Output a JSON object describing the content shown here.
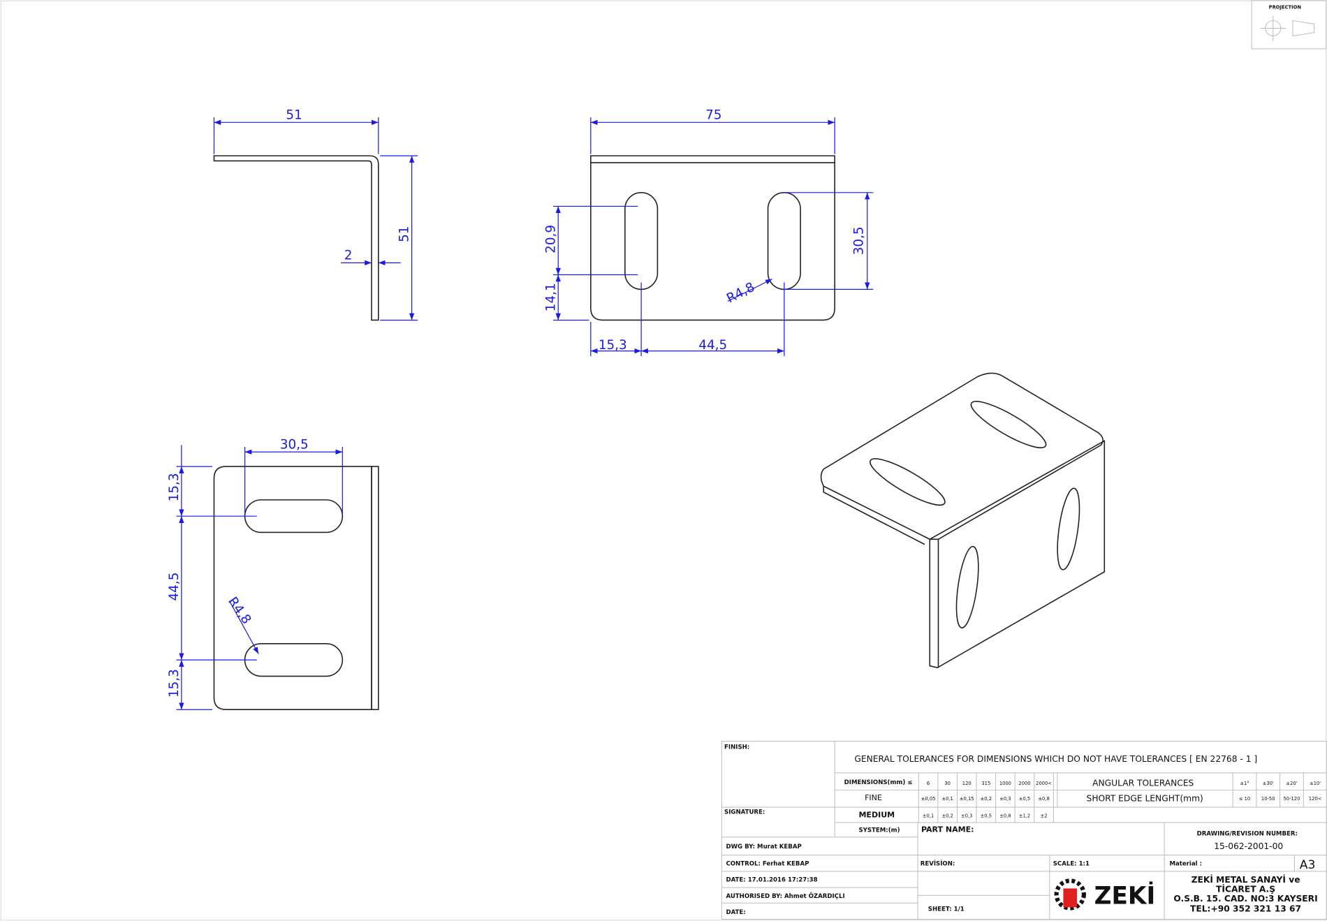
{
  "projection_label": "PROJECTION",
  "side_view": {
    "width": "51",
    "height": "51",
    "thickness": "2"
  },
  "front_view": {
    "width": "75",
    "slot_length": "20,9",
    "bottom_offset": "14,1",
    "slot_span": "30,5",
    "left_offset": "15,3",
    "slot_pitch": "44,5",
    "radius": "R4,8"
  },
  "top_view": {
    "slot_span": "30,5",
    "top_offset": "15,3",
    "slot_pitch": "44,5",
    "bottom_offset": "15,3",
    "radius": "R4,8"
  },
  "title_block": {
    "finish": "FINISH:",
    "signature": "SIGNATURE:",
    "general_tolerances": "GENERAL TOLERANCES FOR DIMENSIONS WHICH DO NOT HAVE TOLERANCES [ EN 22768 - 1 ]",
    "dimensions_label": "DIMENSIONS(mm) ≤",
    "dimension_headers": [
      "6",
      "30",
      "120",
      "315",
      "1000",
      "2000",
      "2000<"
    ],
    "fine_label": "FINE",
    "fine_values": [
      "±0,05",
      "±0,1",
      "±0,15",
      "±0,2",
      "±0,3",
      "±0,5",
      "±0,8"
    ],
    "medium_label": "MEDIUM",
    "medium_values": [
      "±0,1",
      "±0,2",
      "±0,3",
      "±0,5",
      "±0,8",
      "±1,2",
      "±2"
    ],
    "angular_label": "ANGULAR  TOLERANCES",
    "angular_values": [
      "±1°",
      "±30'",
      "±20'",
      "±10'"
    ],
    "short_edge_label": "SHORT EDGE LENGHT(mm)",
    "short_edge_values": [
      "≤ 10",
      "10-50",
      "50-120",
      "120<"
    ],
    "system": "SYSTEM:(m)",
    "part_name": "PART NAME:",
    "drawing_number_label": "DRAWING/REVISION NUMBER:",
    "drawing_number": "15-062-2001-00",
    "dwg_by": "DWG BY:   Murat KEBAP",
    "control": "CONTROL:  Ferhat KEBAP",
    "date1": "DATE: 17.01.2016 17:27:38",
    "authorised": "AUTHORISED BY: Ahmet ÖZARDIÇLI",
    "date2": "DATE:",
    "revision": "REVİSİON:",
    "scale": "SCALE: 1:1",
    "material": "Material :",
    "sheet_size": "A3",
    "sheet": "SHEET: 1/1",
    "logo_text": "ZEKİ",
    "company": [
      "ZEKİ METAL SANAYİ ve",
      "TİCARET A.Ş",
      "O.S.B. 15. CAD. NO:3   KAYSERI",
      "TEL:+90 352 321 13 67"
    ]
  }
}
